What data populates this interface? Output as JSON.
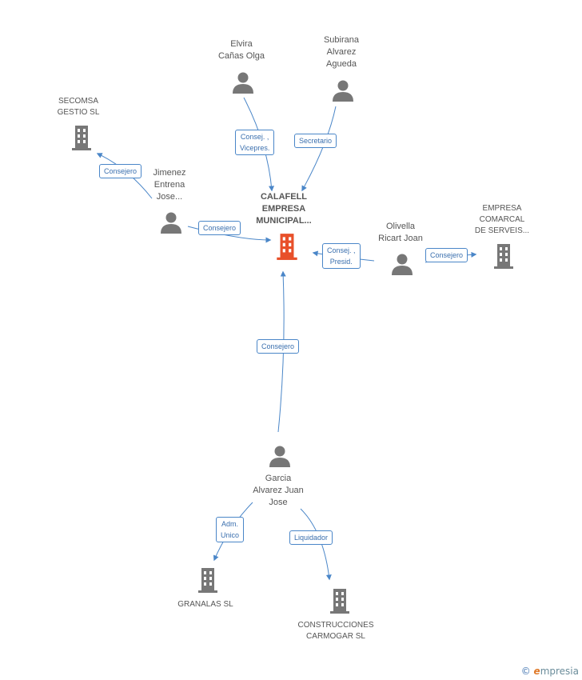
{
  "nodes": {
    "calafell": "CALAFELL\nEMPRESA\nMUNICIPAL...",
    "elvira": "Elvira\nCañas Olga",
    "subirana": "Subirana\nAlvarez\nAgueda",
    "secomsa": "SECOMSA\nGESTIO SL",
    "jimenez": "Jimenez\nEntrena\nJose...",
    "olivella": "Olivella\nRicart Joan",
    "comarcal": "EMPRESA\nCOMARCAL\nDE SERVEIS...",
    "garcia": "Garcia\nAlvarez Juan\nJose",
    "granalas": "GRANALAS SL",
    "construcciones": "CONSTRUCCIONES\nCARMOGAR SL"
  },
  "edges": {
    "elvira_calafell": "Consej. ,\nVicepres.",
    "subirana_calafell": "Secretario",
    "jimenez_secomsa": "Consejero",
    "jimenez_calafell": "Consejero",
    "olivella_calafell": "Consej. ,\nPresid.",
    "olivella_comarcal": "Consejero",
    "garcia_calafell": "Consejero",
    "garcia_granalas": "Adm.\nUnico",
    "garcia_construcciones": "Liquidador"
  },
  "brand": {
    "symbol": "©",
    "initial": "e",
    "rest": "mpresia"
  },
  "colors": {
    "edge": "#4a86c8",
    "person": "#777777",
    "company": "#777777",
    "center": "#e8502a"
  }
}
